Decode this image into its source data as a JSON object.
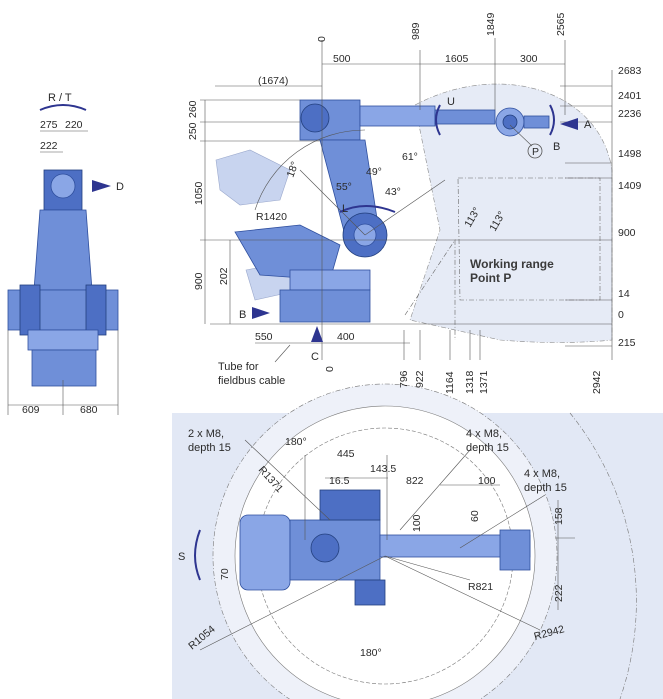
{
  "colors": {
    "robot": "#6f8fd8",
    "range": "#e6ebf6",
    "arrow": "#2e3590",
    "panel": "#e2e8f5"
  },
  "side_view": {
    "rt_label": "R / T",
    "dims_top": [
      "275",
      "220"
    ],
    "dim_222": "222",
    "arrow_d": "D",
    "dims_bottom": [
      "609",
      "680"
    ]
  },
  "main_view": {
    "top_dims": [
      "0",
      "989",
      "1849",
      "2565"
    ],
    "mid_dims": [
      "500",
      "1605",
      "300"
    ],
    "dim_1674": "(1674)",
    "right_dims": [
      "2683",
      "2401",
      "2236",
      "1498",
      "1409",
      "900",
      "14",
      "0",
      "215"
    ],
    "left_dims": [
      "260",
      "250",
      "1050",
      "202",
      "900"
    ],
    "angles": [
      "18°",
      "61°",
      "49°",
      "55°",
      "43°",
      "113°",
      "113°"
    ],
    "radius": "R1420",
    "bottom_dims_left": [
      "550",
      "400"
    ],
    "bottom_dims": [
      "0",
      "796",
      "922",
      "1164",
      "1318",
      "1371",
      "2942"
    ],
    "arrow_a": "A",
    "arrow_b_top": "B",
    "arrow_b_bottom": "B",
    "arrow_c": "C",
    "arrow_u": "U",
    "arrow_l": "L",
    "point_p": "P",
    "working_range_1": "Working range",
    "working_range_2": "Point P",
    "tube_1": "Tube for",
    "tube_2": "fieldbus cable"
  },
  "top_view": {
    "note_left_1": "2 x M8,",
    "note_left_2": "depth 15",
    "note_mid_1": "4 x M8,",
    "note_mid_2": "depth 15",
    "note_right_1": "4 x M8,",
    "note_right_2": "depth 15",
    "angle_top": "180°",
    "angle_bottom": "180°",
    "dims": [
      "445",
      "16.5",
      "143.5",
      "822",
      "100",
      "100",
      "60",
      "158",
      "222",
      "70"
    ],
    "radii": [
      "R1371",
      "R821",
      "R1054",
      "R2942"
    ],
    "arrow_s": "S"
  }
}
